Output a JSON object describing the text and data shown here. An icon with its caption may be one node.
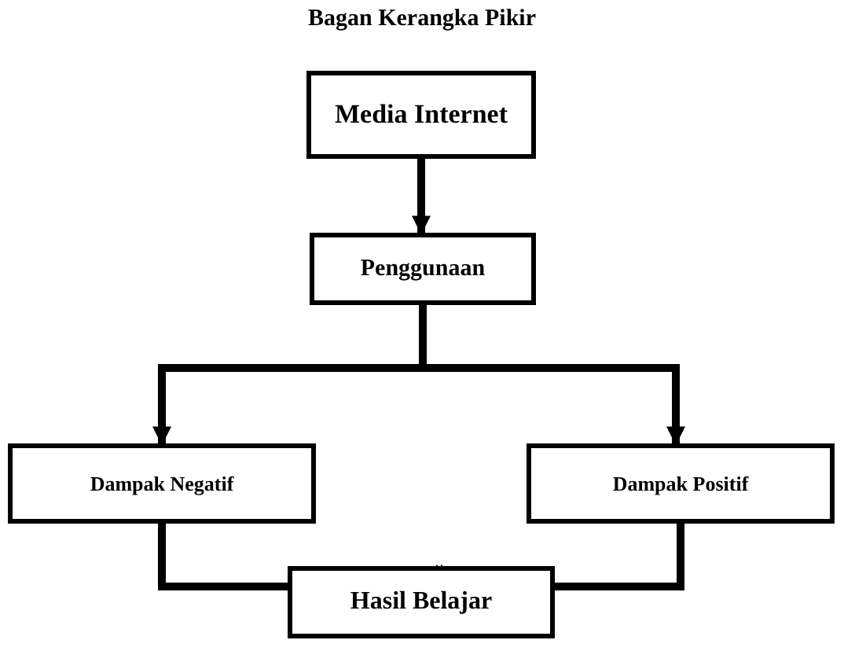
{
  "diagram": {
    "title": "Bagan Kerangka Pikir",
    "nodes": [
      {
        "text": [
          "Media Internet"
        ]
      },
      {
        "text": [
          "Penggunaan"
        ]
      },
      {
        "text": [
          "Dampak Negatif"
        ]
      },
      {
        "text": [
          "Dampak Positif"
        ]
      },
      {
        "text": [
          "Hasil Belajar"
        ]
      }
    ],
    "edges": [
      {
        "from": 0,
        "to": 1,
        "arrow": "to"
      },
      {
        "from": 1,
        "to": 2,
        "arrow": "to"
      },
      {
        "from": 1,
        "to": 3,
        "arrow": "to"
      },
      {
        "from": 2,
        "to": 4,
        "arrow": "to"
      },
      {
        "from": 3,
        "to": 4,
        "arrow": "to"
      }
    ]
  }
}
